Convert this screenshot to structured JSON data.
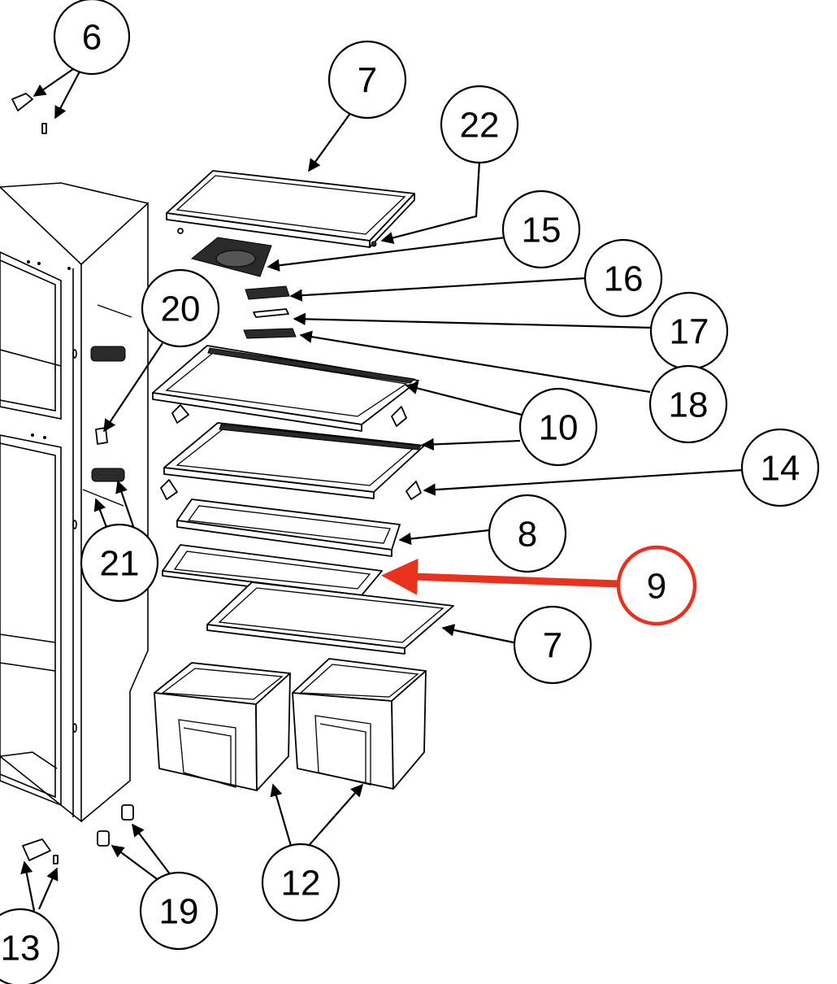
{
  "diagram": {
    "callouts": [
      {
        "id": "6"
      },
      {
        "id": "7"
      },
      {
        "id": "22"
      },
      {
        "id": "15"
      },
      {
        "id": "16"
      },
      {
        "id": "17"
      },
      {
        "id": "18"
      },
      {
        "id": "20"
      },
      {
        "id": "10"
      },
      {
        "id": "14"
      },
      {
        "id": "8"
      },
      {
        "id": "21"
      },
      {
        "id": "9"
      },
      {
        "id": "7"
      },
      {
        "id": "12"
      },
      {
        "id": "19"
      },
      {
        "id": "13"
      }
    ],
    "highlight_callout": "9",
    "highlight_color": "#e8321e"
  }
}
